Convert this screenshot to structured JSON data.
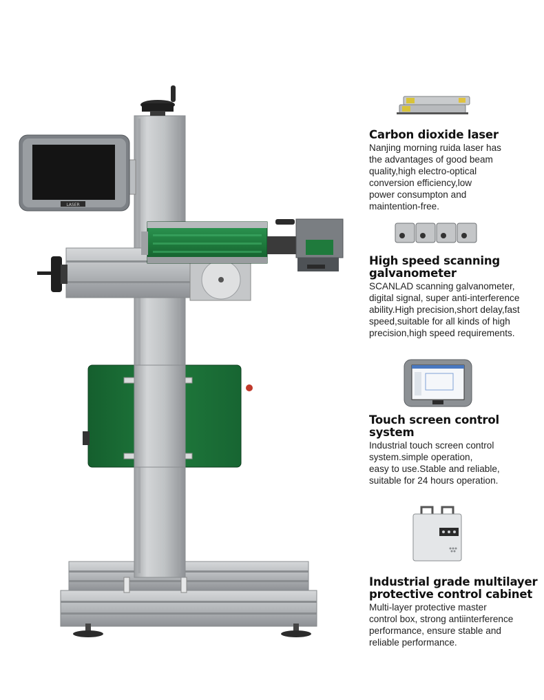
{
  "machine": {
    "screen_badge": "LASER"
  },
  "features": [
    {
      "icon": "co2-laser-tube-icon",
      "title": "Carbon dioxide laser",
      "description": "Nanjing morning ruida laser has\nthe advantages of good beam\nquality,high electro-optical\nconversion efficiency,low\npower consumpton and\nmaintention-free."
    },
    {
      "icon": "galvanometer-heads-icon",
      "title": "High speed scanning\ngalvanometer",
      "description": "SCANLAD scanning galvanometer,\ndigital signal, super anti-interference\nability.High precision,short delay,fast\nspeed,suitable for all kinds of high\nprecision,high speed requirements."
    },
    {
      "icon": "touch-screen-icon",
      "title": "Touch screen control\nsystem",
      "description": "Industrial touch screen control\nsystem.simple operation,\neasy to use.Stable and reliable,\nsuitable for 24 hours operation."
    },
    {
      "icon": "control-cabinet-icon",
      "title": "Industrial grade multilayer\nprotective control cabinet",
      "description": "Multi-layer protective master\ncontrol box, strong antiinterference\nperformance, ensure stable and\nreliable performance."
    }
  ],
  "colors": {
    "frame": "#b9bcbf",
    "frame_dark": "#8e9295",
    "green": "#1f7a3c",
    "green_light": "#2e9a52"
  }
}
